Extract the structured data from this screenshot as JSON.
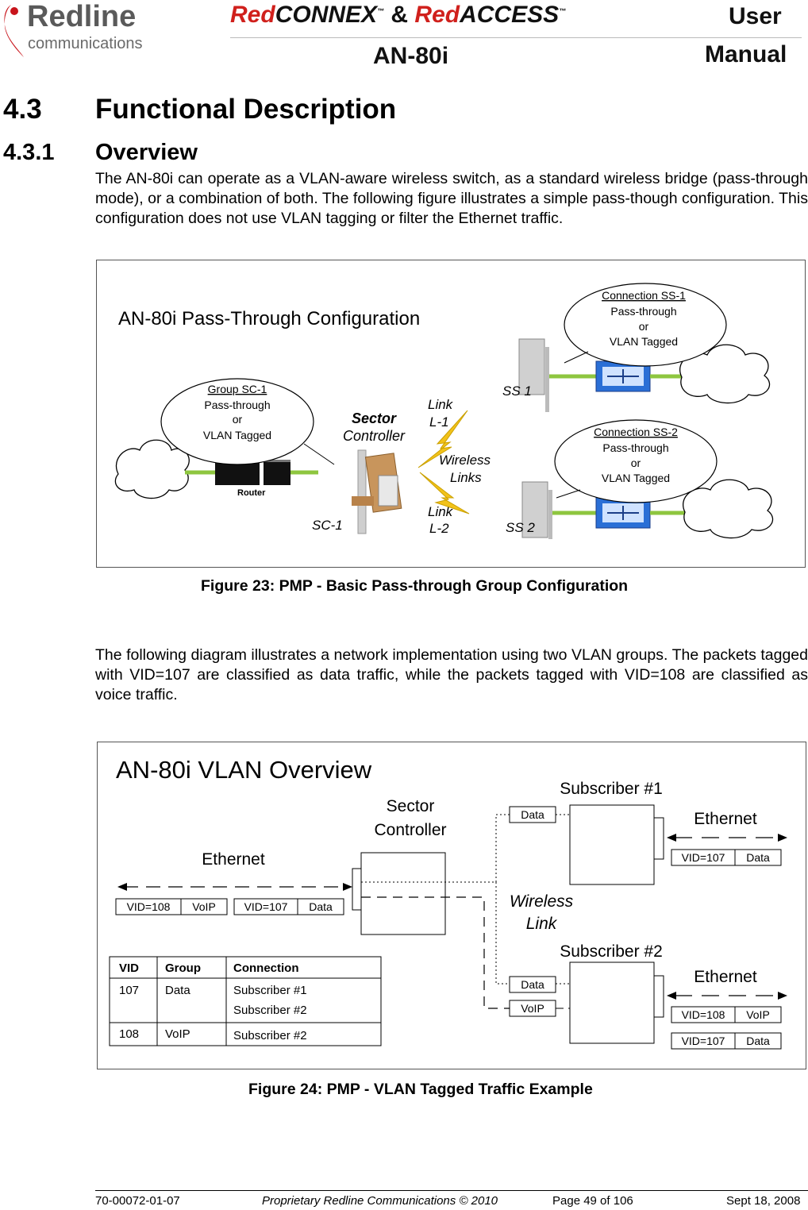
{
  "header": {
    "logo_name": "Redline",
    "logo_sub": "communications",
    "brand1_red": "Red",
    "brand1_black": "CONNEX",
    "tm": "™",
    "amp": "&",
    "brand2_red": "Red",
    "brand2_black": "ACCESS",
    "product": "AN-80i",
    "user": "User",
    "manual": "Manual"
  },
  "section": {
    "number": "4.3",
    "title": "Functional Description"
  },
  "subsection": {
    "number": "4.3.1",
    "title": "Overview"
  },
  "paragraph1": "The AN-80i can operate as a VLAN-aware wireless switch, as a standard wireless bridge (pass-through mode), or a combination of both. The following figure illustrates a simple pass-though configuration. This configuration does not use VLAN tagging or filter the Ethernet traffic.",
  "figure1": {
    "title": "AN-80i Pass-Through Configuration",
    "bubble_sc": {
      "l1": "Group SC-1",
      "l2": "Pass-through",
      "l3": "or",
      "l4": "VLAN Tagged"
    },
    "bubble_ss1": {
      "l1": "Connection SS-1",
      "l2": "Pass-through",
      "l3": "or",
      "l4": "VLAN Tagged"
    },
    "bubble_ss2": {
      "l1": "Connection SS-2",
      "l2": "Pass-through",
      "l3": "or",
      "l4": "VLAN Tagged"
    },
    "router": "Router",
    "sector1": "Sector",
    "sector2": "Controller",
    "sc1": "SC-1",
    "link1a": "Link",
    "link1b": "L-1",
    "wireless1": "Wireless",
    "wireless2": "Links",
    "link2a": "Link",
    "link2b": "L-2",
    "ss1": "SS 1",
    "ss2": "SS 2",
    "caption": "Figure 23: PMP - Basic Pass-through Group Configuration"
  },
  "paragraph2": "The following diagram illustrates a network implementation using two VLAN groups. The packets tagged with VID=107 are classified as data traffic, while the packets tagged with VID=108 are classified as voice traffic.",
  "figure2": {
    "title": "AN-80i VLAN Overview",
    "sector1": "Sector",
    "sector2": "Controller",
    "ethernet_left": "Ethernet",
    "left_tag1_vid": "VID=108",
    "left_tag1_type": "VoIP",
    "left_tag2_vid": "VID=107",
    "left_tag2_type": "Data",
    "wireless1": "Wireless",
    "wireless2": "Link",
    "sub1": "Subscriber #1",
    "sub2": "Subscriber #2",
    "ethernet_r1": "Ethernet",
    "ethernet_r2": "Ethernet",
    "s1_data": "Data",
    "s1_tag_vid": "VID=107",
    "s1_tag_type": "Data",
    "s2_data": "Data",
    "s2_voip": "VoIP",
    "s2_tag1_vid": "VID=108",
    "s2_tag1_type": "VoIP",
    "s2_tag2_vid": "VID=107",
    "s2_tag2_type": "Data",
    "table": {
      "headers": [
        "VID",
        "Group",
        "Connection"
      ],
      "r1": [
        "107",
        "Data",
        "Subscriber #1",
        "Subscriber #2"
      ],
      "r2": [
        "108",
        "VoIP",
        "Subscriber #2"
      ]
    },
    "caption": "Figure 24: PMP - VLAN Tagged Traffic Example"
  },
  "footer": {
    "doc": "70-00072-01-07",
    "copyright": "Proprietary Redline Communications © 2010",
    "page": "Page 49 of 106",
    "date": "Sept 18, 2008"
  }
}
